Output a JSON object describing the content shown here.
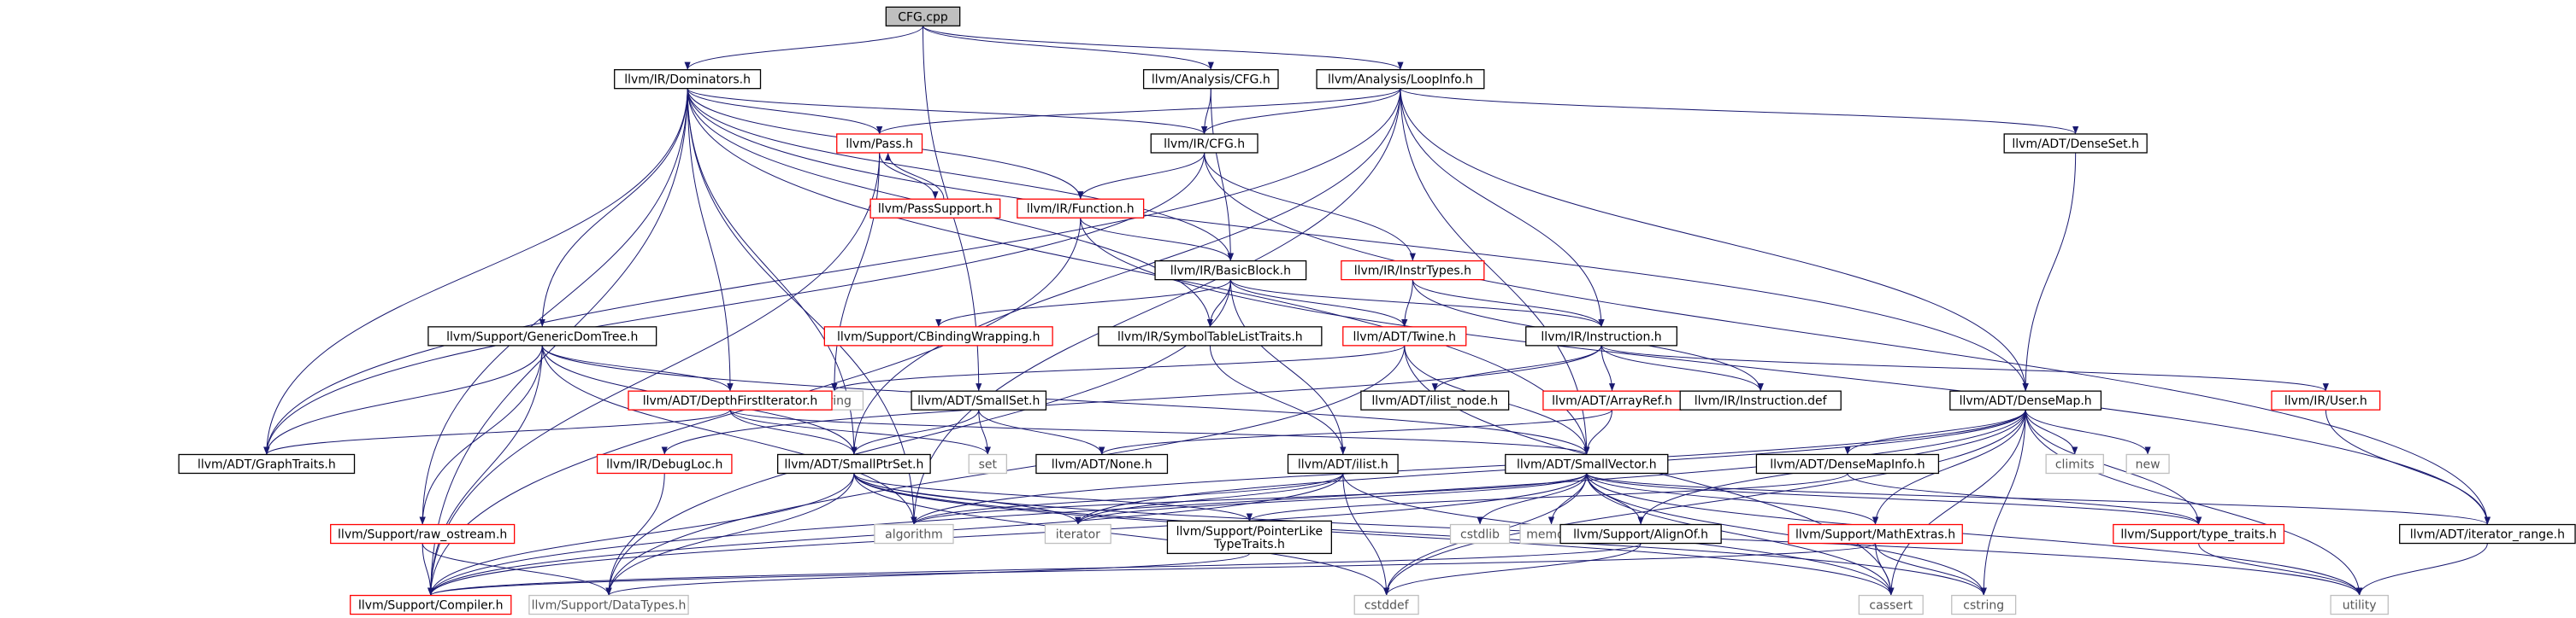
{
  "title": "CFG.cpp",
  "colors": {
    "edge": "#191970",
    "box_default": "#000000",
    "box_truncated": "#ff0000",
    "box_system": "#bfbfbf",
    "label_system": "#555555",
    "fill_root": "#bfbfbf",
    "fill_default": "#ffffff"
  },
  "nodes": {
    "cfg_cpp": {
      "label": "CFG.cpp",
      "kind": "root"
    },
    "dominators": {
      "label": "llvm/IR/Dominators.h",
      "kind": "normal"
    },
    "analysis_cfg": {
      "label": "llvm/Analysis/CFG.h",
      "kind": "normal"
    },
    "loopinfo": {
      "label": "llvm/Analysis/LoopInfo.h",
      "kind": "normal"
    },
    "pass": {
      "label": "llvm/Pass.h",
      "kind": "truncated"
    },
    "passsupport": {
      "label": "llvm/PassSupport.h",
      "kind": "truncated"
    },
    "ir_cfg": {
      "label": "llvm/IR/CFG.h",
      "kind": "normal"
    },
    "function": {
      "label": "llvm/IR/Function.h",
      "kind": "truncated"
    },
    "denseset": {
      "label": "llvm/ADT/DenseSet.h",
      "kind": "normal"
    },
    "instrtypes": {
      "label": "llvm/IR/InstrTypes.h",
      "kind": "truncated"
    },
    "basicblock": {
      "label": "llvm/IR/BasicBlock.h",
      "kind": "normal"
    },
    "generic": {
      "label": "llvm/Support/GenericDomTree.h",
      "kind": "normal"
    },
    "cbinding": {
      "label": "llvm/Support/CBindingWrapping.h",
      "kind": "truncated"
    },
    "symtab": {
      "label": "llvm/IR/SymbolTableListTraits.h",
      "kind": "normal"
    },
    "twine": {
      "label": "llvm/ADT/Twine.h",
      "kind": "truncated"
    },
    "instruction": {
      "label": "llvm/IR/Instruction.h",
      "kind": "normal"
    },
    "string": {
      "label": "string",
      "kind": "system"
    },
    "depthfirst": {
      "label": "llvm/ADT/DepthFirstIterator.h",
      "kind": "truncated"
    },
    "smallset": {
      "label": "llvm/ADT/SmallSet.h",
      "kind": "normal"
    },
    "list_node": {
      "label": "llvm/ADT/ilist_node.h",
      "kind": "normal"
    },
    "arrayref": {
      "label": "llvm/ADT/ArrayRef.h",
      "kind": "truncated"
    },
    "instruction_def": {
      "label": "llvm/IR/Instruction.def",
      "kind": "normal"
    },
    "densemap": {
      "label": "llvm/ADT/DenseMap.h",
      "kind": "normal"
    },
    "user": {
      "label": "llvm/IR/User.h",
      "kind": "truncated"
    },
    "graphtraits": {
      "label": "llvm/ADT/GraphTraits.h",
      "kind": "normal"
    },
    "set": {
      "label": "set",
      "kind": "system"
    },
    "debugloc": {
      "label": "llvm/IR/DebugLoc.h",
      "kind": "truncated"
    },
    "none": {
      "label": "llvm/ADT/None.h",
      "kind": "normal"
    },
    "smallptrset": {
      "label": "llvm/ADT/SmallPtrSet.h",
      "kind": "normal"
    },
    "ilist": {
      "label": "llvm/ADT/ilist.h",
      "kind": "normal"
    },
    "smallvector": {
      "label": "llvm/ADT/SmallVector.h",
      "kind": "normal"
    },
    "densemapinfo": {
      "label": "llvm/ADT/DenseMapInfo.h",
      "kind": "normal"
    },
    "climits": {
      "label": "climits",
      "kind": "system"
    },
    "new": {
      "label": "new",
      "kind": "system"
    },
    "raw_ostream": {
      "label": "llvm/Support/raw_ostream.h",
      "kind": "truncated"
    },
    "algorithm": {
      "label": "algorithm",
      "kind": "system"
    },
    "iterator": {
      "label": "iterator",
      "kind": "system"
    },
    "pointerlike": {
      "label": "llvm/Support/PointerLike\nTypeTraits.h",
      "kind": "normal"
    },
    "cstdlib": {
      "label": "cstdlib",
      "kind": "system"
    },
    "memory": {
      "label": "memory",
      "kind": "system"
    },
    "alignof": {
      "label": "llvm/Support/AlignOf.h",
      "kind": "normal"
    },
    "mathextras": {
      "label": "llvm/Support/MathExtras.h",
      "kind": "truncated"
    },
    "type_traits": {
      "label": "llvm/Support/type_traits.h",
      "kind": "truncated"
    },
    "iterator_range": {
      "label": "llvm/ADT/iterator_range.h",
      "kind": "normal"
    },
    "compiler": {
      "label": "llvm/Support/Compiler.h",
      "kind": "truncated"
    },
    "datatypes": {
      "label": "llvm/Support/DataTypes.h",
      "kind": "system"
    },
    "cstddef": {
      "label": "cstddef",
      "kind": "system"
    },
    "cassert": {
      "label": "cassert",
      "kind": "system"
    },
    "cstring": {
      "label": "cstring",
      "kind": "system"
    },
    "utility": {
      "label": "utility",
      "kind": "system"
    }
  }
}
